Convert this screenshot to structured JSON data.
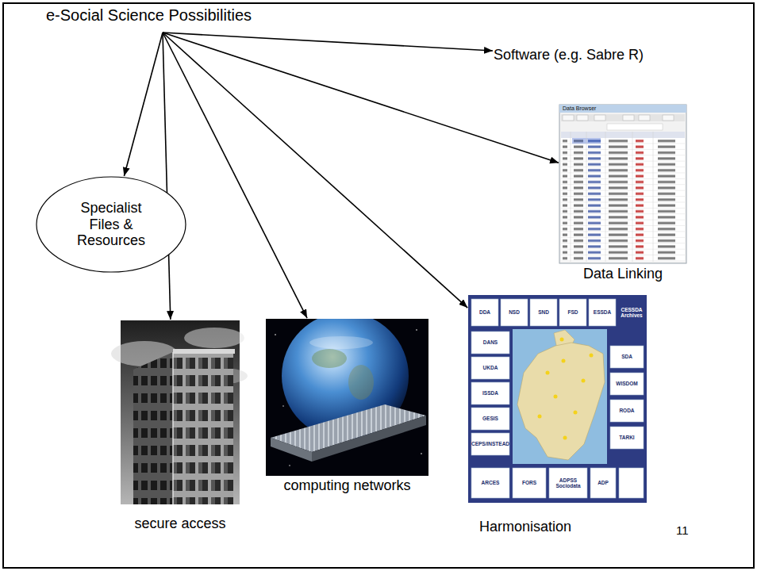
{
  "diagram": {
    "nodes": [
      {
        "text": [
          "e-Social Science Possibilities"
        ]
      },
      {
        "text": [
          "Software (e.g. Sabre R)"
        ]
      },
      {
        "text": [
          "Specialist Files & Resources"
        ]
      },
      {
        "text": [
          "Data Linking"
        ]
      },
      {
        "text": [
          "secure access"
        ]
      },
      {
        "text": [
          "computing networks"
        ]
      },
      {
        "text": [
          "Harmonisation"
        ]
      }
    ],
    "edges": [
      {
        "from": 0,
        "to": 1,
        "arrow": "to"
      },
      {
        "from": 0,
        "to": 2,
        "arrow": "to"
      },
      {
        "from": 0,
        "to": 3,
        "arrow": "to"
      },
      {
        "from": 0,
        "to": 4,
        "arrow": "to"
      },
      {
        "from": 0,
        "to": 5,
        "arrow": "to"
      },
      {
        "from": 0,
        "to": 6,
        "arrow": "to"
      }
    ],
    "labels": [
      "Data Browser",
      "CESSDA Archives",
      "DDA",
      "NSD",
      "SND",
      "FSD",
      "ESSDA",
      "DANS",
      "UKDA",
      "ISSDA",
      "GESIS",
      "CEPS/INSTEAD",
      "SDA",
      "WISDOM",
      "RODA",
      "TARKI",
      "ARCES",
      "FORS",
      "ADPSS Sociodata",
      "ADP",
      "11"
    ]
  }
}
